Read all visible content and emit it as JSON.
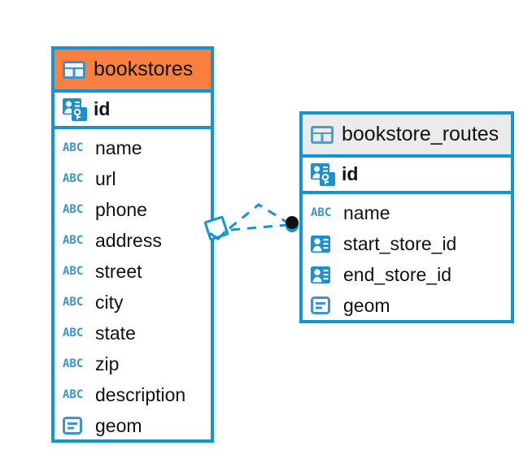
{
  "diagram": {
    "type": "entity-relationship-diagram",
    "background_color": "#ffffff",
    "accent_color": "#1594d4",
    "highlight_color": "#fa8040",
    "neutral_header_color": "#ebebeb",
    "entities": [
      {
        "name": "bookstores",
        "header_style": "accent",
        "table_icon": "table-icon",
        "primary_key": {
          "label": "id",
          "icon": "primary-key-icon",
          "type": "pk"
        },
        "fields": [
          {
            "label": "name",
            "icon": "abc-icon",
            "type": "text"
          },
          {
            "label": "url",
            "icon": "abc-icon",
            "type": "text"
          },
          {
            "label": "phone",
            "icon": "abc-icon",
            "type": "text"
          },
          {
            "label": "address",
            "icon": "abc-icon",
            "type": "text"
          },
          {
            "label": "street",
            "icon": "abc-icon",
            "type": "text"
          },
          {
            "label": "city",
            "icon": "abc-icon",
            "type": "text"
          },
          {
            "label": "state",
            "icon": "abc-icon",
            "type": "text"
          },
          {
            "label": "zip",
            "icon": "abc-icon",
            "type": "text"
          },
          {
            "label": "description",
            "icon": "abc-icon",
            "type": "text"
          },
          {
            "label": "geom",
            "icon": "geometry-icon",
            "type": "geometry"
          }
        ]
      },
      {
        "name": "bookstore_routes",
        "header_style": "neutral",
        "table_icon": "table-icon",
        "primary_key": {
          "label": "id",
          "icon": "primary-key-icon",
          "type": "pk"
        },
        "fields": [
          {
            "label": "name",
            "icon": "abc-icon",
            "type": "text"
          },
          {
            "label": "start_store_id",
            "icon": "foreign-key-icon",
            "type": "fk"
          },
          {
            "label": "end_store_id",
            "icon": "foreign-key-icon",
            "type": "fk"
          },
          {
            "label": "geom",
            "icon": "geometry-icon",
            "type": "geometry"
          }
        ]
      }
    ],
    "relationship": {
      "from_entity": "bookstores",
      "to_entity": "bookstore_routes",
      "line_style": "dashed",
      "line_color": "#1594d4",
      "source_marker": "diamond-marker",
      "target_marker": "filled-circle-marker"
    },
    "icon_labels": {
      "abc": "ABC"
    }
  }
}
